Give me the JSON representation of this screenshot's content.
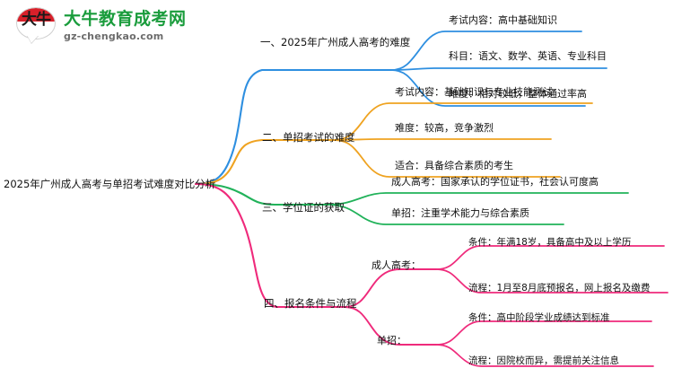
{
  "logo": {
    "mark_text": "大牛",
    "title": "大牛教育成考网",
    "subtitle": "gz-chengkao.com",
    "brand_green": "#1a9c3c",
    "brand_red": "#d8202a"
  },
  "mindmap": {
    "root": "2025年广州成人高考与单招考试难度对比分析",
    "branches": [
      {
        "label": "一、2025年广州成人高考的难度",
        "color": "#2e8fe0",
        "children": [
          {
            "label": "考试内容：高中基础知识"
          },
          {
            "label": "科目：语文、数学、英语、专业科目"
          },
          {
            "label": "难度：相对较低，整体通过率高"
          }
        ]
      },
      {
        "label": "二、单招考试的难度",
        "color": "#efa321",
        "children": [
          {
            "label": "考试内容：基础知识与专业技能测试"
          },
          {
            "label": "难度：较高，竞争激烈"
          },
          {
            "label": "适合：具备综合素质的考生"
          }
        ]
      },
      {
        "label": "三、学位证的获取",
        "color": "#21b25a",
        "children": [
          {
            "label": "成人高考：国家承认的学位证书，社会认可度高"
          },
          {
            "label": "单招：注重学术能力与综合素质"
          }
        ]
      },
      {
        "label": "四、报名条件与流程",
        "color": "#ef2a7b",
        "children": [
          {
            "label": "成人高考：",
            "children": [
              {
                "label": "条件：年满18岁，具备高中及以上学历"
              },
              {
                "label": "流程：1月至8月底预报名，网上报名及缴费"
              }
            ]
          },
          {
            "label": "单招：",
            "children": [
              {
                "label": "条件：高中阶段学业成绩达到标准"
              },
              {
                "label": "流程：因院校而异，需提前关注信息"
              }
            ]
          }
        ]
      }
    ]
  }
}
